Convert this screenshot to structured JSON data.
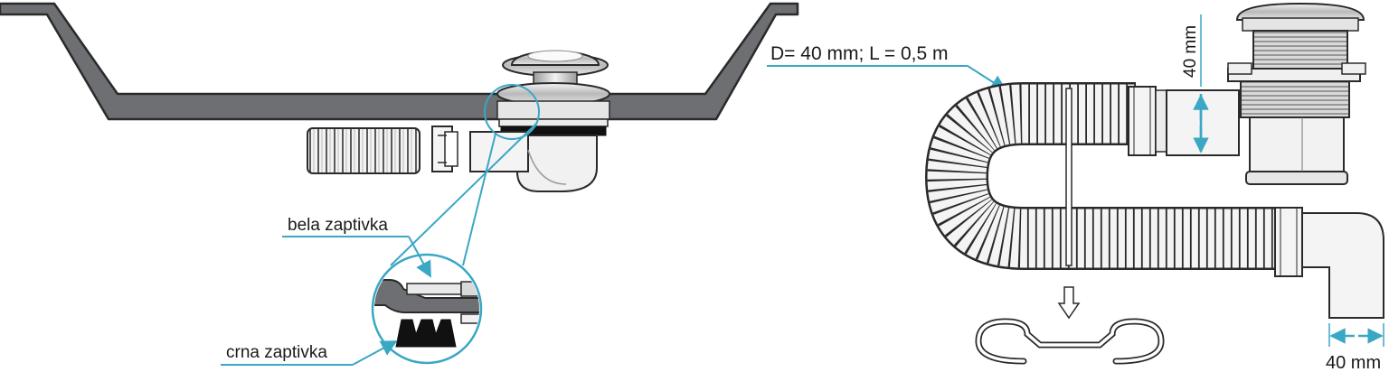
{
  "labels": {
    "white_gasket": "bela zaptivka",
    "black_gasket": "crna zaptivka",
    "hose_spec": "D= 40 mm; L = 0,5 m",
    "height_dim": "40 mm",
    "outlet_dim": "40 mm"
  },
  "colors": {
    "bathtub": "#6e6f72",
    "outline": "#2a2a2a",
    "callout": "#3aa7c4",
    "plastic": "#f2f2f2",
    "black_gasket": "#111111"
  }
}
